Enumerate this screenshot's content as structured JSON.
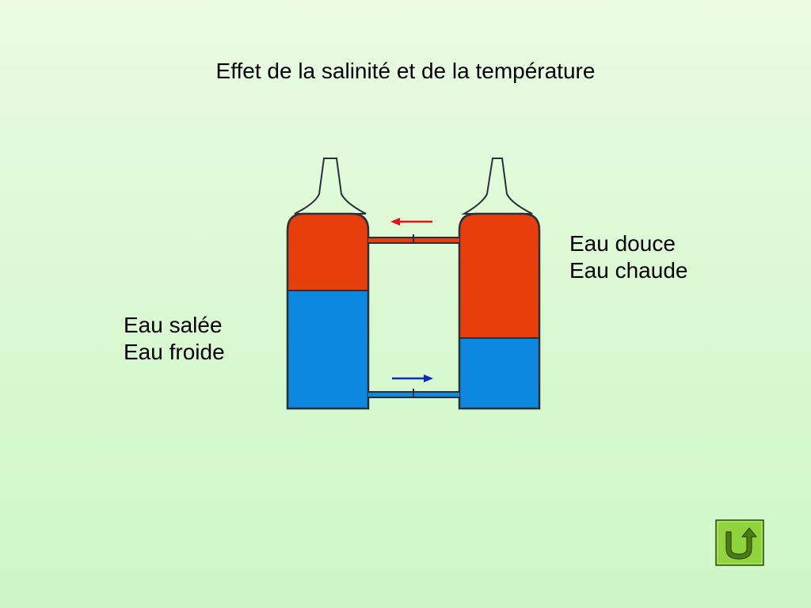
{
  "slide": {
    "title": "Effet de la salinité et de la température"
  },
  "labels": {
    "right": {
      "line1": "Eau douce",
      "line2": "Eau chaude"
    },
    "left": {
      "line1": "Eau salée",
      "line2": "Eau froide"
    }
  },
  "colors": {
    "background_top": "#ebfbe4",
    "background_bottom": "#cdf7c6",
    "warm_water": "#e83e0b",
    "cold_water": "#0c88e0",
    "arrow_red": "#e8121a",
    "arrow_blue": "#0d28c8",
    "outline": "#2a3038",
    "button_fill": "#8ed43a",
    "button_icon": "#4e7a12"
  },
  "flows": {
    "top_arrow_direction": "left",
    "bottom_arrow_direction": "right"
  },
  "water_levels": {
    "left_bottle_cold_fraction": 0.6,
    "right_bottle_cold_fraction": 0.37
  },
  "icons": {
    "return_button": "u-turn-return-icon"
  }
}
